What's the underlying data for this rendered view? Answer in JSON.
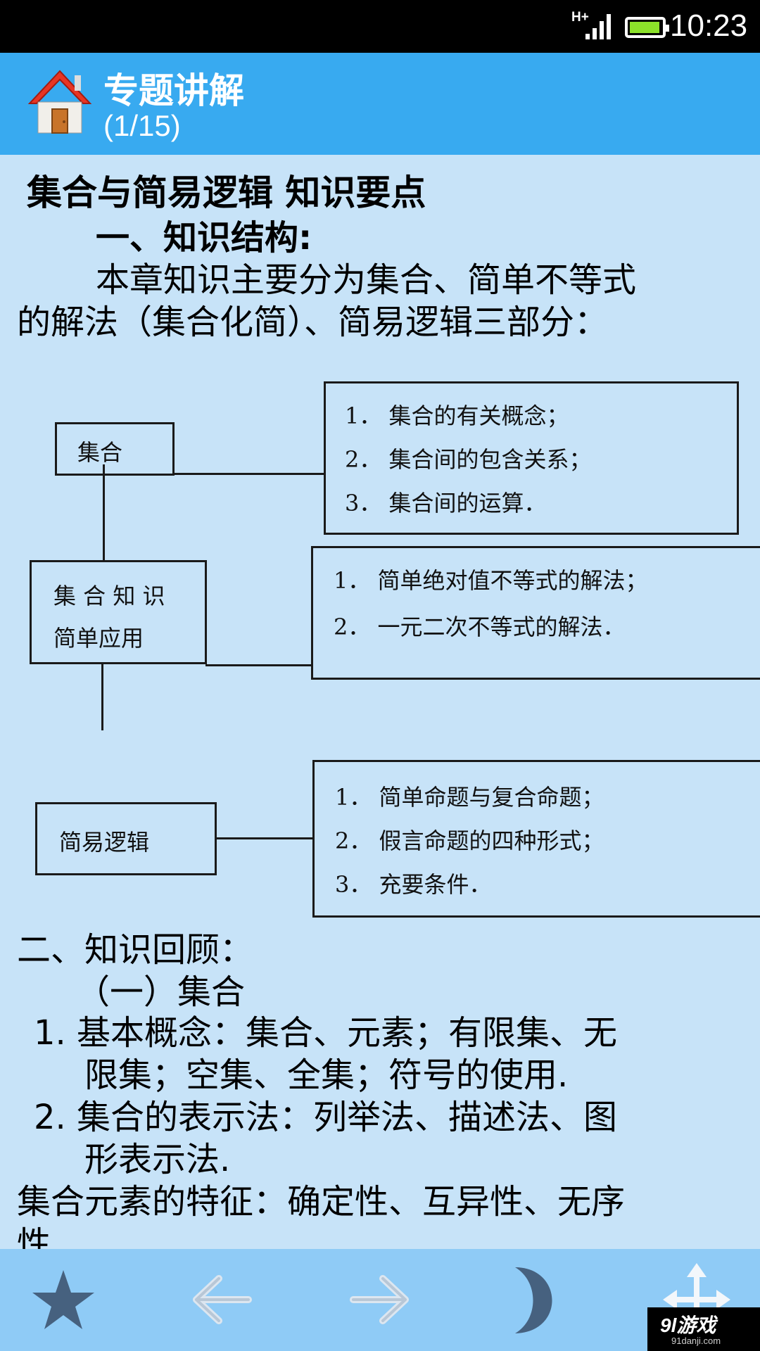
{
  "status_bar": {
    "network": "H+",
    "time": "10:23",
    "battery_color": "#8ce12a"
  },
  "header": {
    "title": "专题讲解",
    "page_indicator": "(1/15)",
    "icon": "home-icon",
    "background": "#38aaf0"
  },
  "content": {
    "heading": "集合与简易逻辑  知识要点",
    "section1_title": "一、知识结构:",
    "intro_line1": "本章知识主要分为集合、简单不等式",
    "intro_line2": "的解法（集合化简）、简易逻辑三部分：",
    "diagram": {
      "nodes": [
        {
          "label": "集合",
          "items": [
            "1．  集合的有关概念；",
            "2．  集合间的包含关系；",
            "3．  集合间的运算．"
          ]
        },
        {
          "label_line1": "集 合 知 识",
          "label_line2": "简单应用",
          "items": [
            "1．  简单绝对值不等式的解法；",
            "2．  一元二次不等式的解法．"
          ]
        },
        {
          "label": "简易逻辑",
          "items": [
            "1．  简单命题与复合命题；",
            "2．  假言命题的四种形式；",
            "3．  充要条件．"
          ]
        }
      ]
    },
    "section2_title": "二、知识回顾：",
    "subsection_title": "（一）集合",
    "item1_line1": "1.   基本概念：集合、元素；有限集、无",
    "item1_line2": "限集；空集、全集；符号的使用.",
    "item2_line1": "2.   集合的表示法：列举法、描述法、图",
    "item2_line2": "形表示法.",
    "feature_line1": "集合元素的特征：确定性、互异性、无序",
    "feature_line2": "性"
  },
  "bottom_bar": {
    "buttons": [
      "star-icon",
      "arrow-left-icon",
      "arrow-right-icon",
      "night-mode-icon",
      "fullscreen-icon"
    ],
    "background": "#8fcbf6"
  },
  "watermark": {
    "brand": "9l游戏",
    "domain": "91danji.com"
  }
}
